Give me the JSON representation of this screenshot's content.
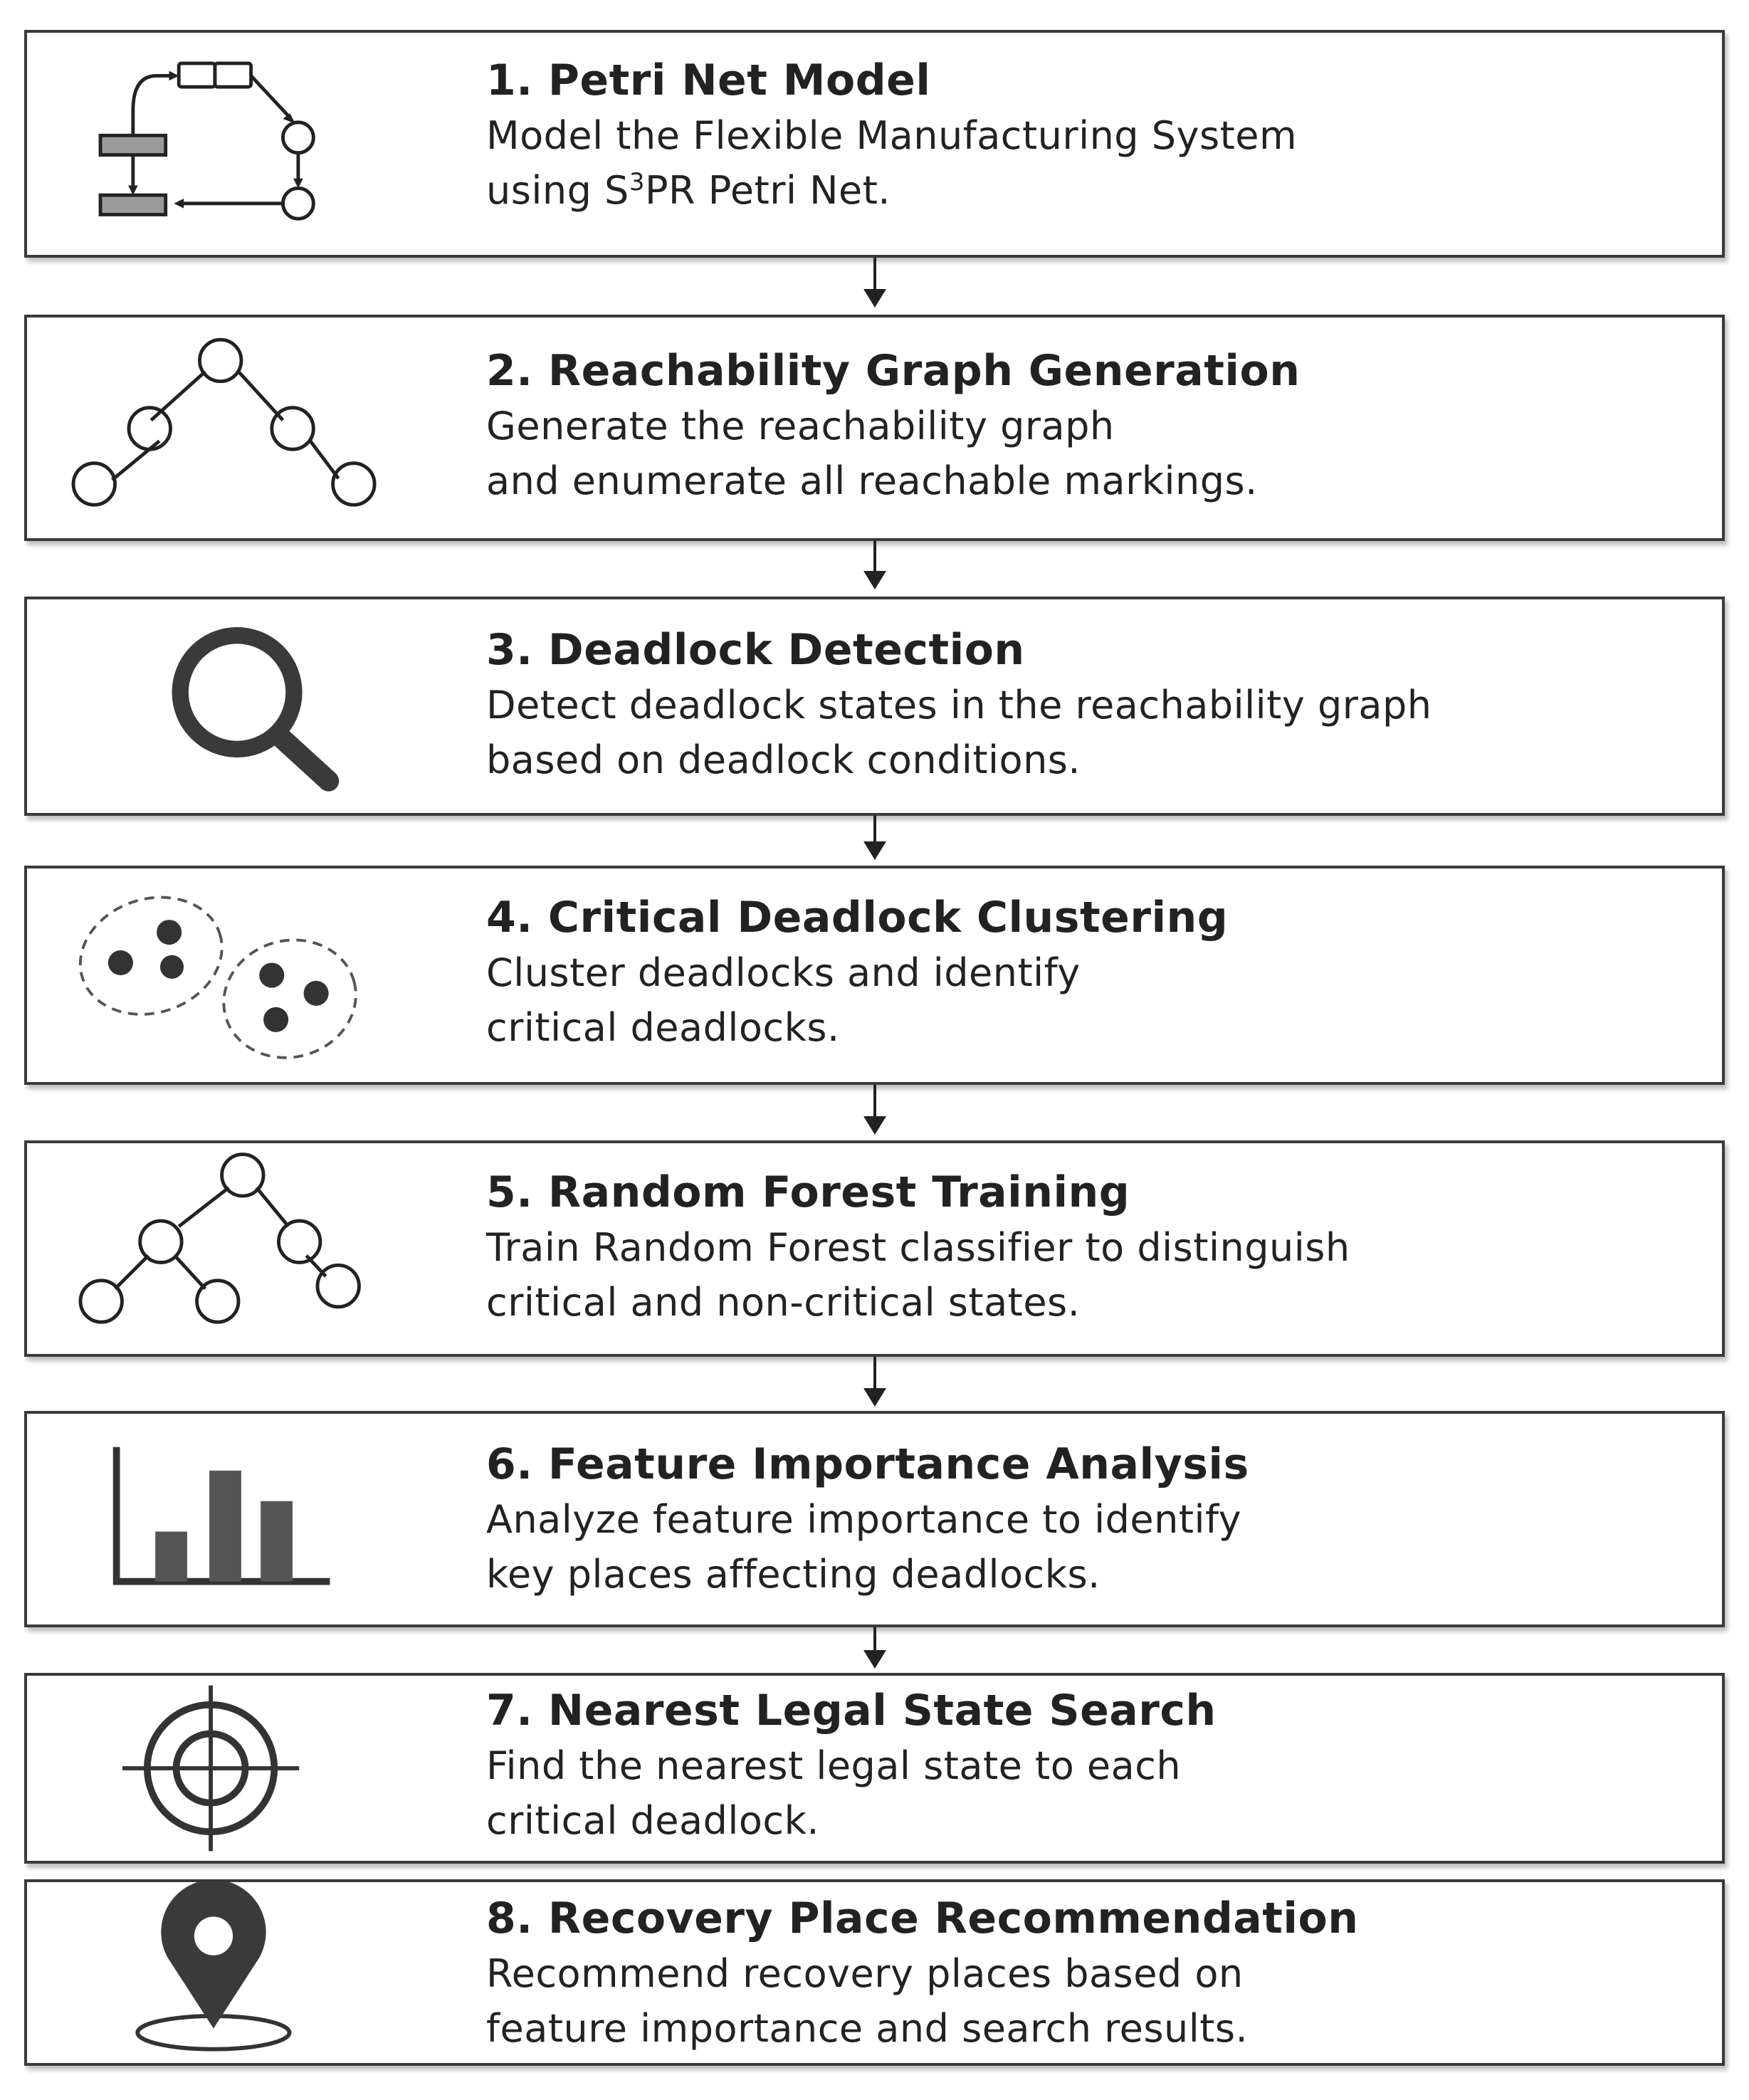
{
  "steps": [
    {
      "title": "1. Petri Net Model",
      "line1": "Model the Flexible Manufacturing System",
      "line2_prefix": "using S",
      "line2_sup": "3",
      "line2_suffix": "PR Petri Net.",
      "icon": "petri-net-icon"
    },
    {
      "title": "2. Reachability Graph Generation",
      "line1": "Generate the reachability graph",
      "line2": "and enumerate all reachable markings.",
      "icon": "graph-tree-icon"
    },
    {
      "title": "3. Deadlock Detection",
      "line1": "Detect deadlock states in the reachability graph",
      "line2": "based on deadlock conditions.",
      "icon": "magnifier-icon"
    },
    {
      "title": "4. Critical Deadlock Clustering",
      "line1": "Cluster deadlocks and identify",
      "line2": "critical deadlocks.",
      "icon": "cluster-icon"
    },
    {
      "title": "5. Random Forest Training",
      "line1": "Train Random Forest classifier to distinguish",
      "line2": "critical and non-critical states.",
      "icon": "decision-tree-icon"
    },
    {
      "title": "6. Feature Importance Analysis",
      "line1": "Analyze feature importance to identify",
      "line2": "key places affecting deadlocks.",
      "icon": "bar-chart-icon"
    },
    {
      "title": "7. Nearest Legal State Search",
      "line1": "Find the nearest legal state to each",
      "line2": "critical deadlock.",
      "icon": "target-icon"
    },
    {
      "title": "8. Recovery Place Recommendation",
      "line1": "Recommend recovery places based on",
      "line2": "feature importance and search results.",
      "icon": "location-pin-icon"
    }
  ]
}
